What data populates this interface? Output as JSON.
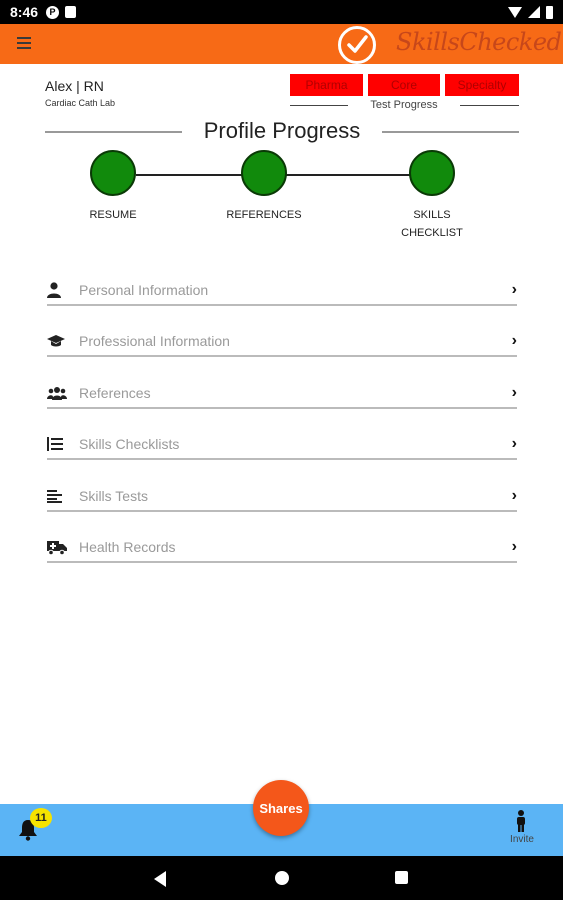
{
  "status_bar": {
    "time": "8:46",
    "icon_p": "P"
  },
  "app_bar": {
    "brand": "SkillsChecked",
    "brand_color": "#c7471a",
    "bar_color": "#f76a16"
  },
  "user": {
    "name": "Alex | RN",
    "unit": "Cardiac Cath Lab"
  },
  "tests": {
    "buttons": [
      {
        "label": "Pharma"
      },
      {
        "label": "Core"
      },
      {
        "label": "Specialty"
      }
    ],
    "progress_label": "Test Progress",
    "button_color": "#ff0000"
  },
  "profile_progress": {
    "title": "Profile Progress",
    "steps": [
      {
        "label_line1": "RESUME",
        "label_line2": "",
        "complete": true
      },
      {
        "label_line1": "REFERENCES",
        "label_line2": "",
        "complete": true
      },
      {
        "label_line1": "SKILLS",
        "label_line2": "CHECKLIST",
        "complete": true
      }
    ],
    "complete_color": "#118a0c"
  },
  "menu": {
    "items": [
      {
        "label": "Personal Information",
        "icon": "person-icon"
      },
      {
        "label": "Professional Information",
        "icon": "graduation-cap-icon"
      },
      {
        "label": "References",
        "icon": "users-icon"
      },
      {
        "label": "Skills Checklists",
        "icon": "checklist-icon"
      },
      {
        "label": "Skills Tests",
        "icon": "lines-icon"
      },
      {
        "label": "Health Records",
        "icon": "ambulance-icon"
      }
    ],
    "chevron": "›"
  },
  "bottom_bar": {
    "notification_count": "11",
    "shares_label": "Shares",
    "invite_label": "Invite",
    "bar_color": "#5bb4f5"
  }
}
